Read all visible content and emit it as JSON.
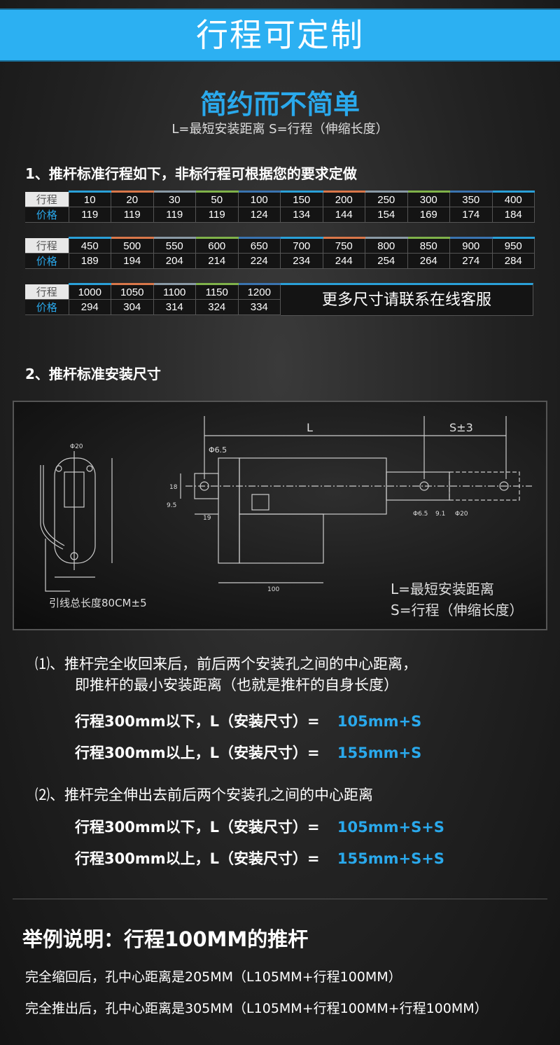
{
  "header": {
    "title": "行程可定制"
  },
  "slogan": "简约而不简单",
  "subtitle": "L=最短安装距离  S=行程（伸缩长度）",
  "section1": {
    "title": "1、推杆标准行程如下，非标行程可根据您的要求定做",
    "row_labels": {
      "stroke": "行程",
      "price": "价格"
    },
    "tables": [
      {
        "stroke": [
          "10",
          "20",
          "30",
          "50",
          "100",
          "150",
          "200",
          "250",
          "300",
          "350",
          "400"
        ],
        "price": [
          "119",
          "119",
          "119",
          "119",
          "124",
          "134",
          "144",
          "154",
          "169",
          "174",
          "184"
        ]
      },
      {
        "stroke": [
          "450",
          "500",
          "550",
          "600",
          "650",
          "700",
          "750",
          "800",
          "850",
          "900",
          "950"
        ],
        "price": [
          "189",
          "194",
          "204",
          "214",
          "224",
          "234",
          "244",
          "254",
          "264",
          "274",
          "284"
        ]
      },
      {
        "stroke": [
          "1000",
          "1050",
          "1100",
          "1150",
          "1200"
        ],
        "price": [
          "294",
          "304",
          "314",
          "324",
          "334"
        ],
        "note": "更多尺寸请联系在线客服"
      }
    ],
    "strip_colors": [
      "#2aa0d8",
      "#d9774a",
      "#8a9aa6",
      "#7fb24a",
      "#3a74b0",
      "#2aa0d8",
      "#d9774a",
      "#8a9aa6",
      "#7fb24a",
      "#3a74b0",
      "#2aa0d8"
    ]
  },
  "section2": {
    "title": "2、推杆标准安装尺寸",
    "diagram": {
      "L": "L",
      "S": "S±3",
      "phi65a": "Φ6.5",
      "d18": "18",
      "d95": "9.5",
      "d19": "19",
      "d100": "100",
      "phi65b": "Φ6.5",
      "d91": "9.1",
      "phi20": "Φ20",
      "d20": "Φ20",
      "lead": "引线总长度80CM±5",
      "legend_l": "L=最短安装距离",
      "legend_s": "S=行程（伸缩长度）"
    }
  },
  "notes": {
    "p1_line1": "⑴、推杆完全收回来后，前后两个安装孔之间的中心距离，",
    "p1_line2": "即推杆的最小安装距离（也就是推杆的自身长度）",
    "f1_label": "行程300mm以下，L（安装尺寸）=",
    "f1_value": "105mm+S",
    "f2_label": "行程300mm以上，L（安装尺寸）=",
    "f2_value": "155mm+S",
    "p2_line1": "⑵、推杆完全伸出去前后两个安装孔之间的中心距离",
    "f3_label": "行程300mm以下，L（安装尺寸）=",
    "f3_value": "105mm+S+S",
    "f4_label": "行程300mm以上，L（安装尺寸）=",
    "f4_value": "155mm+S+S"
  },
  "example": {
    "title": "举例说明：行程100MM的推杆",
    "line1": "完全缩回后，孔中心距离是205MM（L105MM+行程100MM）",
    "line2": "完全推出后，孔中心距离是305MM（L105MM+行程100MM+行程100MM）"
  },
  "colors": {
    "accent": "#2aa9ec",
    "header_bg": "#2cb0f2"
  }
}
